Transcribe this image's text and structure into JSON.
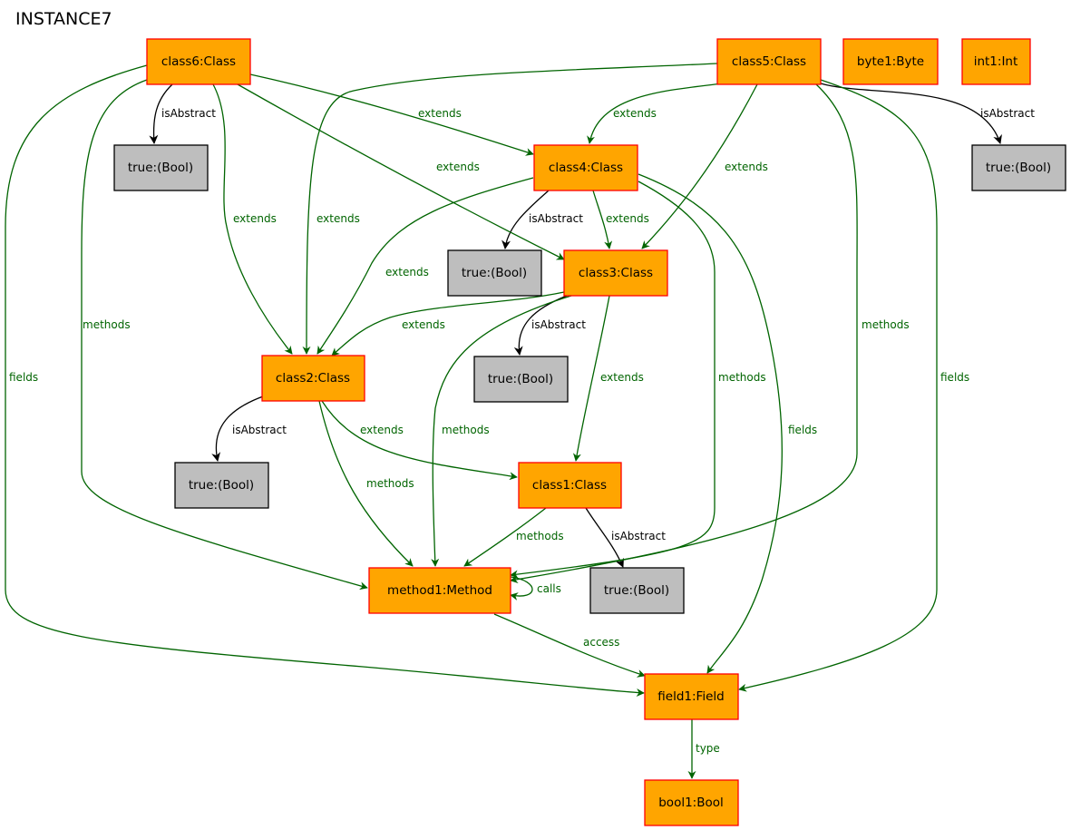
{
  "title": "INSTANCE7",
  "colors": {
    "class_fill": "#FFA500",
    "class_stroke": "#FF0000",
    "bool_fill": "#BEBEBE",
    "bool_stroke": "#000000",
    "edge_green": "#006400",
    "edge_black": "#000000"
  },
  "nodes": {
    "class6": "class6:Class",
    "class5": "class5:Class",
    "byte1": "byte1:Byte",
    "int1": "int1:Int",
    "class4": "class4:Class",
    "class3": "class3:Class",
    "class2": "class2:Class",
    "class1": "class1:Class",
    "method1": "method1:Method",
    "field1": "field1:Field",
    "bool1": "bool1:Bool",
    "true6": "true:(Bool)",
    "true5": "true:(Bool)",
    "true4": "true:(Bool)",
    "true3": "true:(Bool)",
    "true2": "true:(Bool)",
    "true1": "true:(Bool)"
  },
  "edges": {
    "c6_true": "isAbstract",
    "c5_true": "isAbstract",
    "c4_true": "isAbstract",
    "c3_true": "isAbstract",
    "c2_true": "isAbstract",
    "c1_true": "isAbstract",
    "c6_c4": "extends",
    "c5_c4": "extends",
    "c6_c3": "extends",
    "c5_c3": "extends",
    "c6_c2": "extends",
    "c5_c2": "extends",
    "c4_c3": "extends",
    "c4_c2": "extends",
    "c3_c2": "extends",
    "c3_c1": "extends",
    "c2_c1": "extends",
    "c6_methods": "methods",
    "c5_methods": "methods",
    "c4_methods": "methods",
    "c3_methods": "methods",
    "c2_methods": "methods",
    "c1_methods": "methods",
    "m_calls": "calls",
    "m_access": "access",
    "c6_fields": "fields",
    "c5_fields": "fields",
    "c4_fields": "fields",
    "f_type": "type"
  }
}
